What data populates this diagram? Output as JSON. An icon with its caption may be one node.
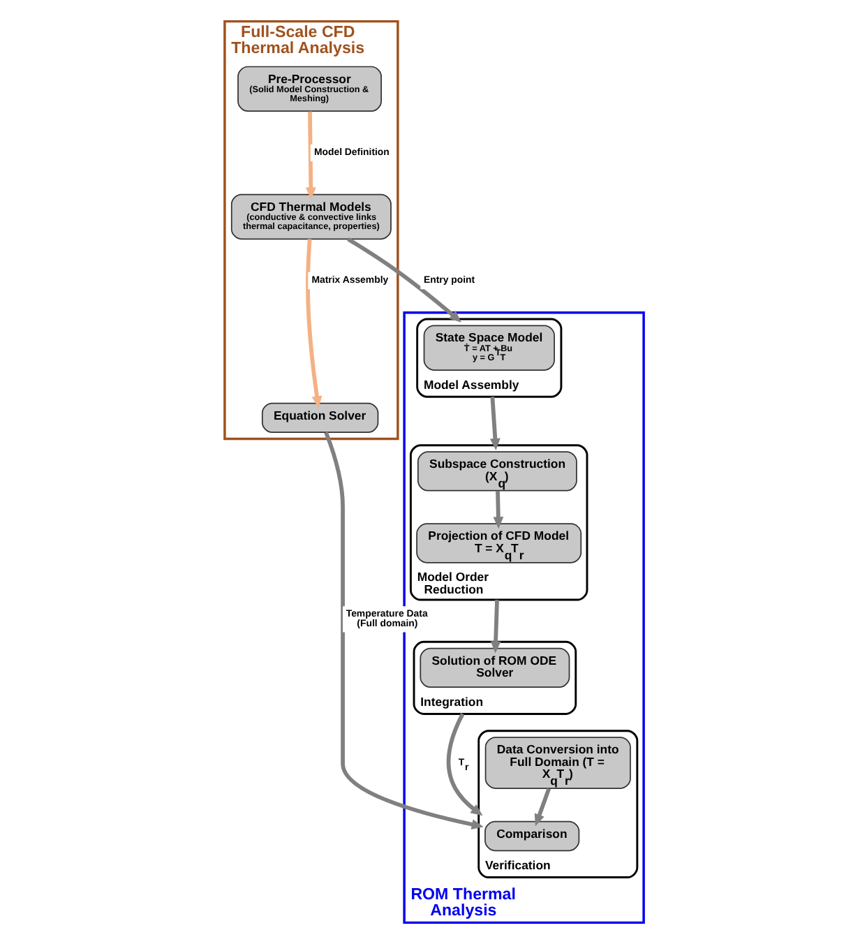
{
  "diagram": {
    "nodes": [
      {
        "text": [
          "Full-Scale CFD Thermal Analysis"
        ]
      },
      {
        "text": [
          "Pre-Processor",
          "(Solid Model Construction & Meshing)"
        ],
        "in": 0
      },
      {
        "text": [
          "Equation Solver"
        ],
        "in": 0
      },
      {
        "text": [
          "CFD Thermal Models",
          "(conductive & convective links thermal capacitance, properties)"
        ],
        "in": 0
      },
      {
        "text": [
          "ROM Thermal Analysis"
        ]
      },
      {
        "text": [
          "Verification"
        ],
        "in": 4
      },
      {
        "text": [
          "Comparison"
        ],
        "in": 5
      },
      {
        "text": [
          "Data Conversion into Full Domain (T = X$_{q}$T$_{r}$)"
        ],
        "in": 5
      },
      {
        "text": [
          "Model Assembly"
        ],
        "in": 4
      },
      {
        "text": [
          "State Space Model",
          "Ṫ = AT + Bu",
          "y = G$^{T}$T"
        ],
        "in": 8
      },
      {
        "text": [
          "Integration"
        ],
        "in": 4
      },
      {
        "text": [
          "Solution of ROM ODE Solver"
        ],
        "in": 10
      },
      {
        "text": [
          "Model Order Reduction"
        ],
        "in": 4
      },
      {
        "text": [
          "Subspace Construction (X$_{q}$)"
        ],
        "in": 12
      },
      {
        "text": [
          "Projection of CFD Model T = X$_{q}$T$_{r}$"
        ],
        "in": 12
      }
    ],
    "edges": [
      {
        "from": 1,
        "to": 3,
        "arrow": "to",
        "label": "Model Definition",
        "color": "#f4b183"
      },
      {
        "from": 3,
        "to": 2,
        "arrow": "to",
        "label": "Matrix Assembly",
        "color": "#f4b183"
      },
      {
        "from": 2,
        "to": 5,
        "arrow": "to",
        "label": "Temperature Data (Full domain)"
      },
      {
        "from": 3,
        "to": 8,
        "arrow": "to",
        "label": "Entry point"
      },
      {
        "from": 8,
        "to": 12,
        "arrow": "to"
      },
      {
        "from": 13,
        "to": 14,
        "arrow": "to"
      },
      {
        "from": 12,
        "to": 11,
        "arrow": "to"
      },
      {
        "from": 10,
        "to": 5,
        "arrow": "to",
        "label": "T$_{r}$"
      },
      {
        "from": 7,
        "to": 6,
        "arrow": "to"
      }
    ]
  }
}
